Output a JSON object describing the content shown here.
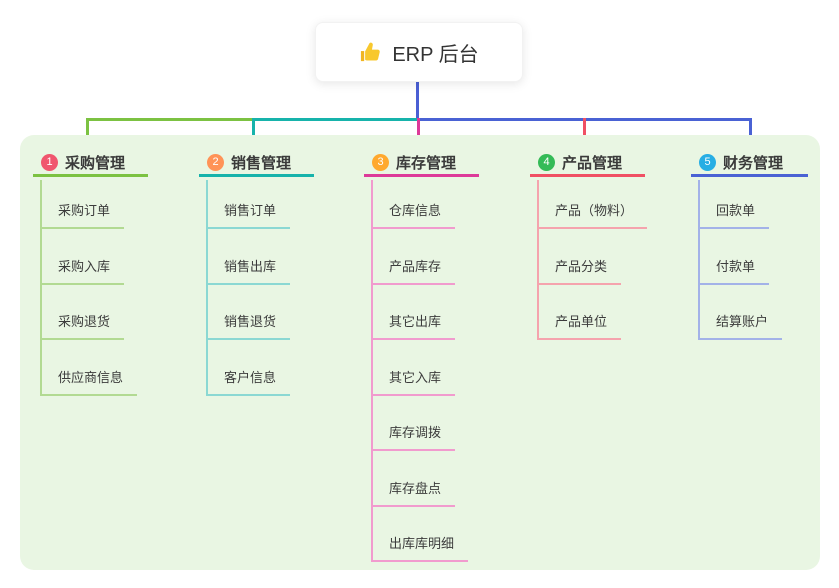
{
  "root": {
    "label": "ERP 后台",
    "icon": "thumbs-up-icon",
    "icon_color": "#f6c42d",
    "stem_color": "#4a5fd4"
  },
  "panel": {
    "background": "#e9f6e3"
  },
  "connectors": {
    "left_color": "#7cc242",
    "mid_color": "#17b3ab",
    "right_color": "#4a62d4"
  },
  "branches": [
    {
      "index": "1",
      "label": "采购管理",
      "badge_color": "#f0566e",
      "line_color": "#7cc242",
      "child_line_color": "#b2da92",
      "children": [
        "采购订单",
        "采购入库",
        "采购退货",
        "供应商信息"
      ]
    },
    {
      "index": "2",
      "label": "销售管理",
      "badge_color": "#ff9357",
      "line_color": "#17b3ab",
      "child_line_color": "#8bd8d3",
      "children": [
        "销售订单",
        "销售出库",
        "销售退货",
        "客户信息"
      ]
    },
    {
      "index": "3",
      "label": "库存管理",
      "badge_color": "#ffa92e",
      "line_color": "#dd3a99",
      "child_line_color": "#f19bce",
      "children": [
        "仓库信息",
        "产品库存",
        "其它出库",
        "其它入库",
        "库存调拨",
        "库存盘点",
        "出库库明细"
      ]
    },
    {
      "index": "4",
      "label": "产品管理",
      "badge_color": "#34bb57",
      "line_color": "#f05064",
      "child_line_color": "#f5a3ad",
      "children": [
        "产品（物料）",
        "产品分类",
        "产品单位"
      ]
    },
    {
      "index": "5",
      "label": "财务管理",
      "badge_color": "#27aee4",
      "line_color": "#4a62d4",
      "child_line_color": "#a3b2e8",
      "children": [
        "回款单",
        "付款单",
        "结算账户"
      ]
    }
  ]
}
